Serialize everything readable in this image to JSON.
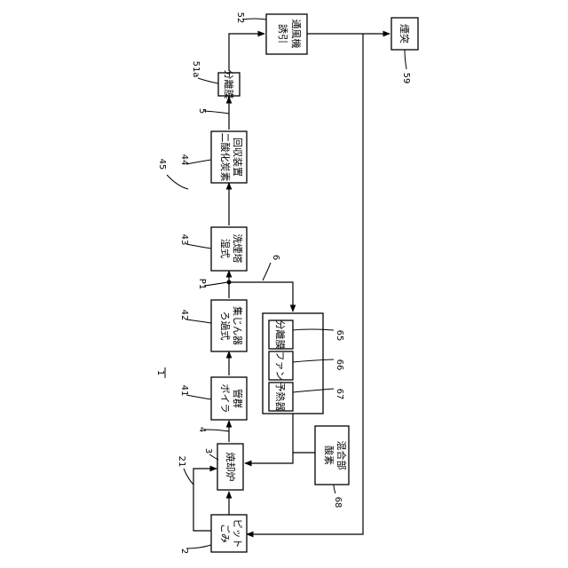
{
  "figure": {
    "ref_main": "1",
    "ref_group": "45"
  },
  "units": [
    {
      "id": "pit",
      "lines": [
        "ごみ",
        "ピット"
      ],
      "ref": "2"
    },
    {
      "id": "incinerator",
      "lines": [
        "焼却炉"
      ],
      "ref": "3"
    },
    {
      "id": "boiler",
      "lines": [
        "ボイラ",
        "管群"
      ],
      "ref": "41"
    },
    {
      "id": "bagfilter",
      "lines": [
        "ろ過式",
        "集じん器"
      ],
      "ref": "42"
    },
    {
      "id": "scrubber",
      "lines": [
        "湿式",
        "洗煙塔"
      ],
      "ref": "43"
    },
    {
      "id": "co2",
      "lines": [
        "二酸化炭素",
        "回収装置"
      ],
      "ref": "44"
    },
    {
      "id": "membrane",
      "lines": [
        "分離膜"
      ],
      "ref": "51a"
    },
    {
      "id": "idfan",
      "lines": [
        "誘引",
        "通風機"
      ],
      "ref": "52"
    },
    {
      "id": "stack",
      "lines": [
        "煙突"
      ],
      "ref": "59"
    },
    {
      "id": "o2mixer",
      "lines": [
        "酸素",
        "混合部"
      ],
      "ref": "68"
    },
    {
      "id": "sub_membrane",
      "lines": [
        "分離膜"
      ],
      "ref": "65"
    },
    {
      "id": "sub_fan",
      "lines": [
        "ファン"
      ],
      "ref": "66"
    },
    {
      "id": "sub_preheater",
      "lines": [
        "予熱器"
      ],
      "ref": "67"
    }
  ],
  "line_refs": {
    "exhaust_line": "4",
    "branch_line": "6",
    "main_duct": "5",
    "air_line": "21",
    "branch_point": "P1"
  }
}
